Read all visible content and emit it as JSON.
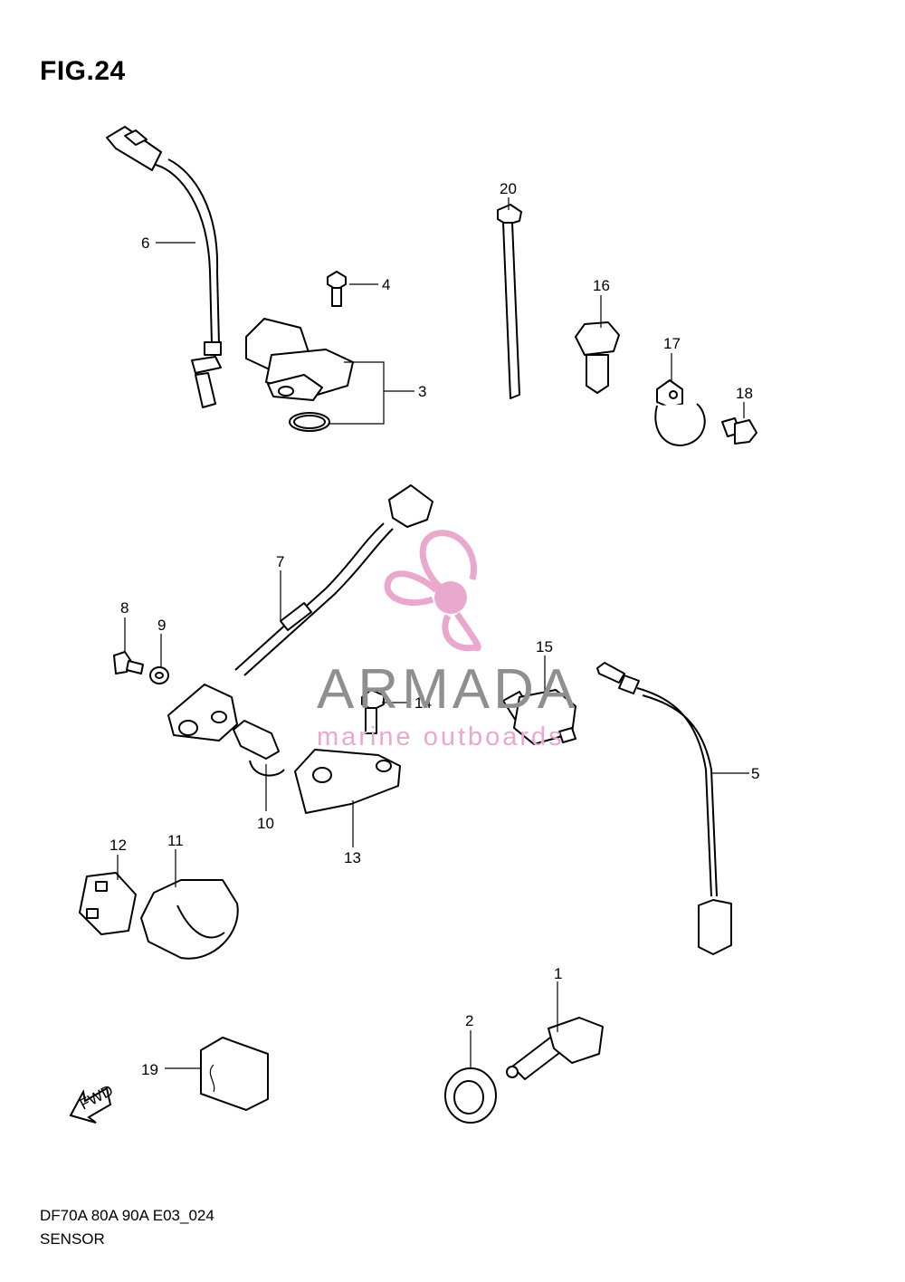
{
  "figure": {
    "title": "FIG.24",
    "code": "DF70A 80A 90A E03_024",
    "name": "SENSOR"
  },
  "watermark": {
    "brand": "ARMADA",
    "subtitle": "marine outboards",
    "brand_color": "#8f8f8f",
    "accent_color": "#e9a9cf"
  },
  "callouts": {
    "c1": "1",
    "c2": "2",
    "c3": "3",
    "c4": "4",
    "c5": "5",
    "c6": "6",
    "c7": "7",
    "c8": "8",
    "c9": "9",
    "c10": "10",
    "c11": "11",
    "c12": "12",
    "c13": "13",
    "c14": "14",
    "c15": "15",
    "c16": "16",
    "c17": "17",
    "c18": "18",
    "c19": "19",
    "c20": "20"
  },
  "fwd_label": "FWD"
}
